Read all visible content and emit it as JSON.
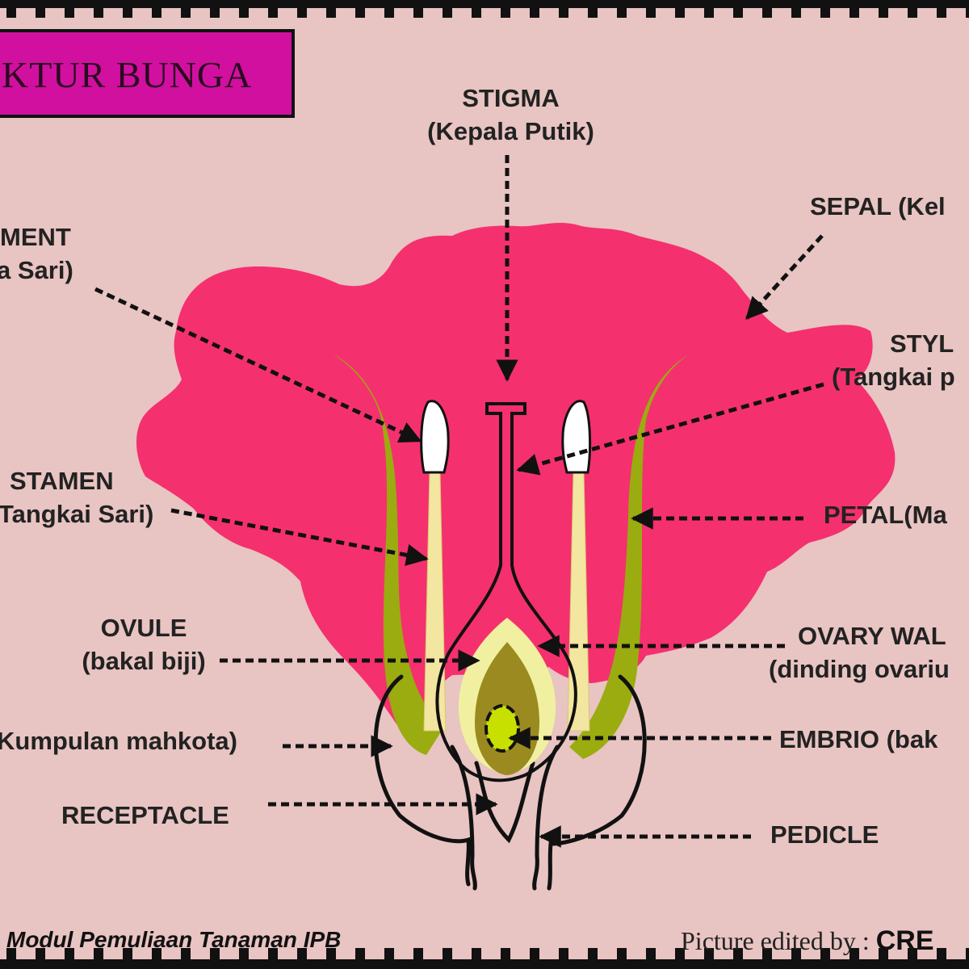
{
  "title": "KTUR BUNGA",
  "labels": {
    "stigma": "STIGMA",
    "stigma_sub": "(Kepala Putik)",
    "filament": "MENT",
    "filament_sub": "a Sari)",
    "sepal": "SEPAL (Kel",
    "style": "STYL",
    "style_sub": "(Tangkai p",
    "stamen": "STAMEN",
    "stamen_sub": "Tangkai Sari)",
    "petal": "PETAL(Ma",
    "ovule": "OVULE",
    "ovule_sub": "(bakal biji)",
    "ovary_wall": "OVARY WAL",
    "ovary_wall_sub": "(dinding ovariu",
    "corolla": "Kumpulan mahkota)",
    "embrio": "EMBRIO (bak",
    "receptacle": "RECEPTACLE",
    "pedicle": "PEDICLE"
  },
  "footer": {
    "source": "Modul Pemuliaan Tanaman IPB",
    "credit": "Picture edited by :",
    "brand": "CRE"
  },
  "colors": {
    "background": "#e8c4c2",
    "petal": "#f5306e",
    "title_box": "#d1109f",
    "stamen_green": "#9aac0f",
    "ovary_brown": "#9a8a20",
    "ovary_wall": "#f0f0a0",
    "embrio": "#c8e000"
  }
}
